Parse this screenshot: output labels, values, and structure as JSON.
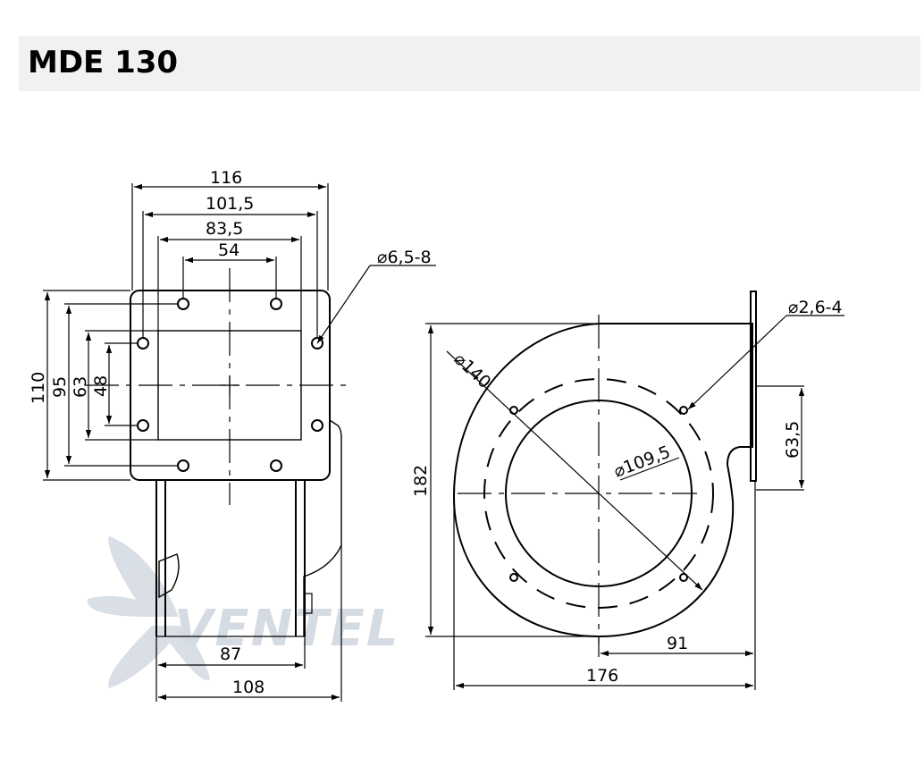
{
  "title": "MDE 130",
  "watermark": "VENTEL",
  "front_view": {
    "width_labels": [
      "116",
      "101,5",
      "83,5",
      "54"
    ],
    "height_labels": [
      "110",
      "95",
      "63",
      "48"
    ],
    "hole_label": "⌀6,5-8",
    "bottom_labels": [
      "87",
      "108"
    ]
  },
  "side_view": {
    "diam_outer": "⌀140",
    "diam_inner": "⌀109,5",
    "hole_label": "⌀2,6-4",
    "height_label": "182",
    "outlet_label": "63,5",
    "offset_label": "91",
    "width_label": "176"
  },
  "colors": {
    "line": "#000000",
    "title_bg": "#f1f1f1",
    "watermark": "#c9d3dc",
    "watermark_accent": "#7fa9cf"
  }
}
